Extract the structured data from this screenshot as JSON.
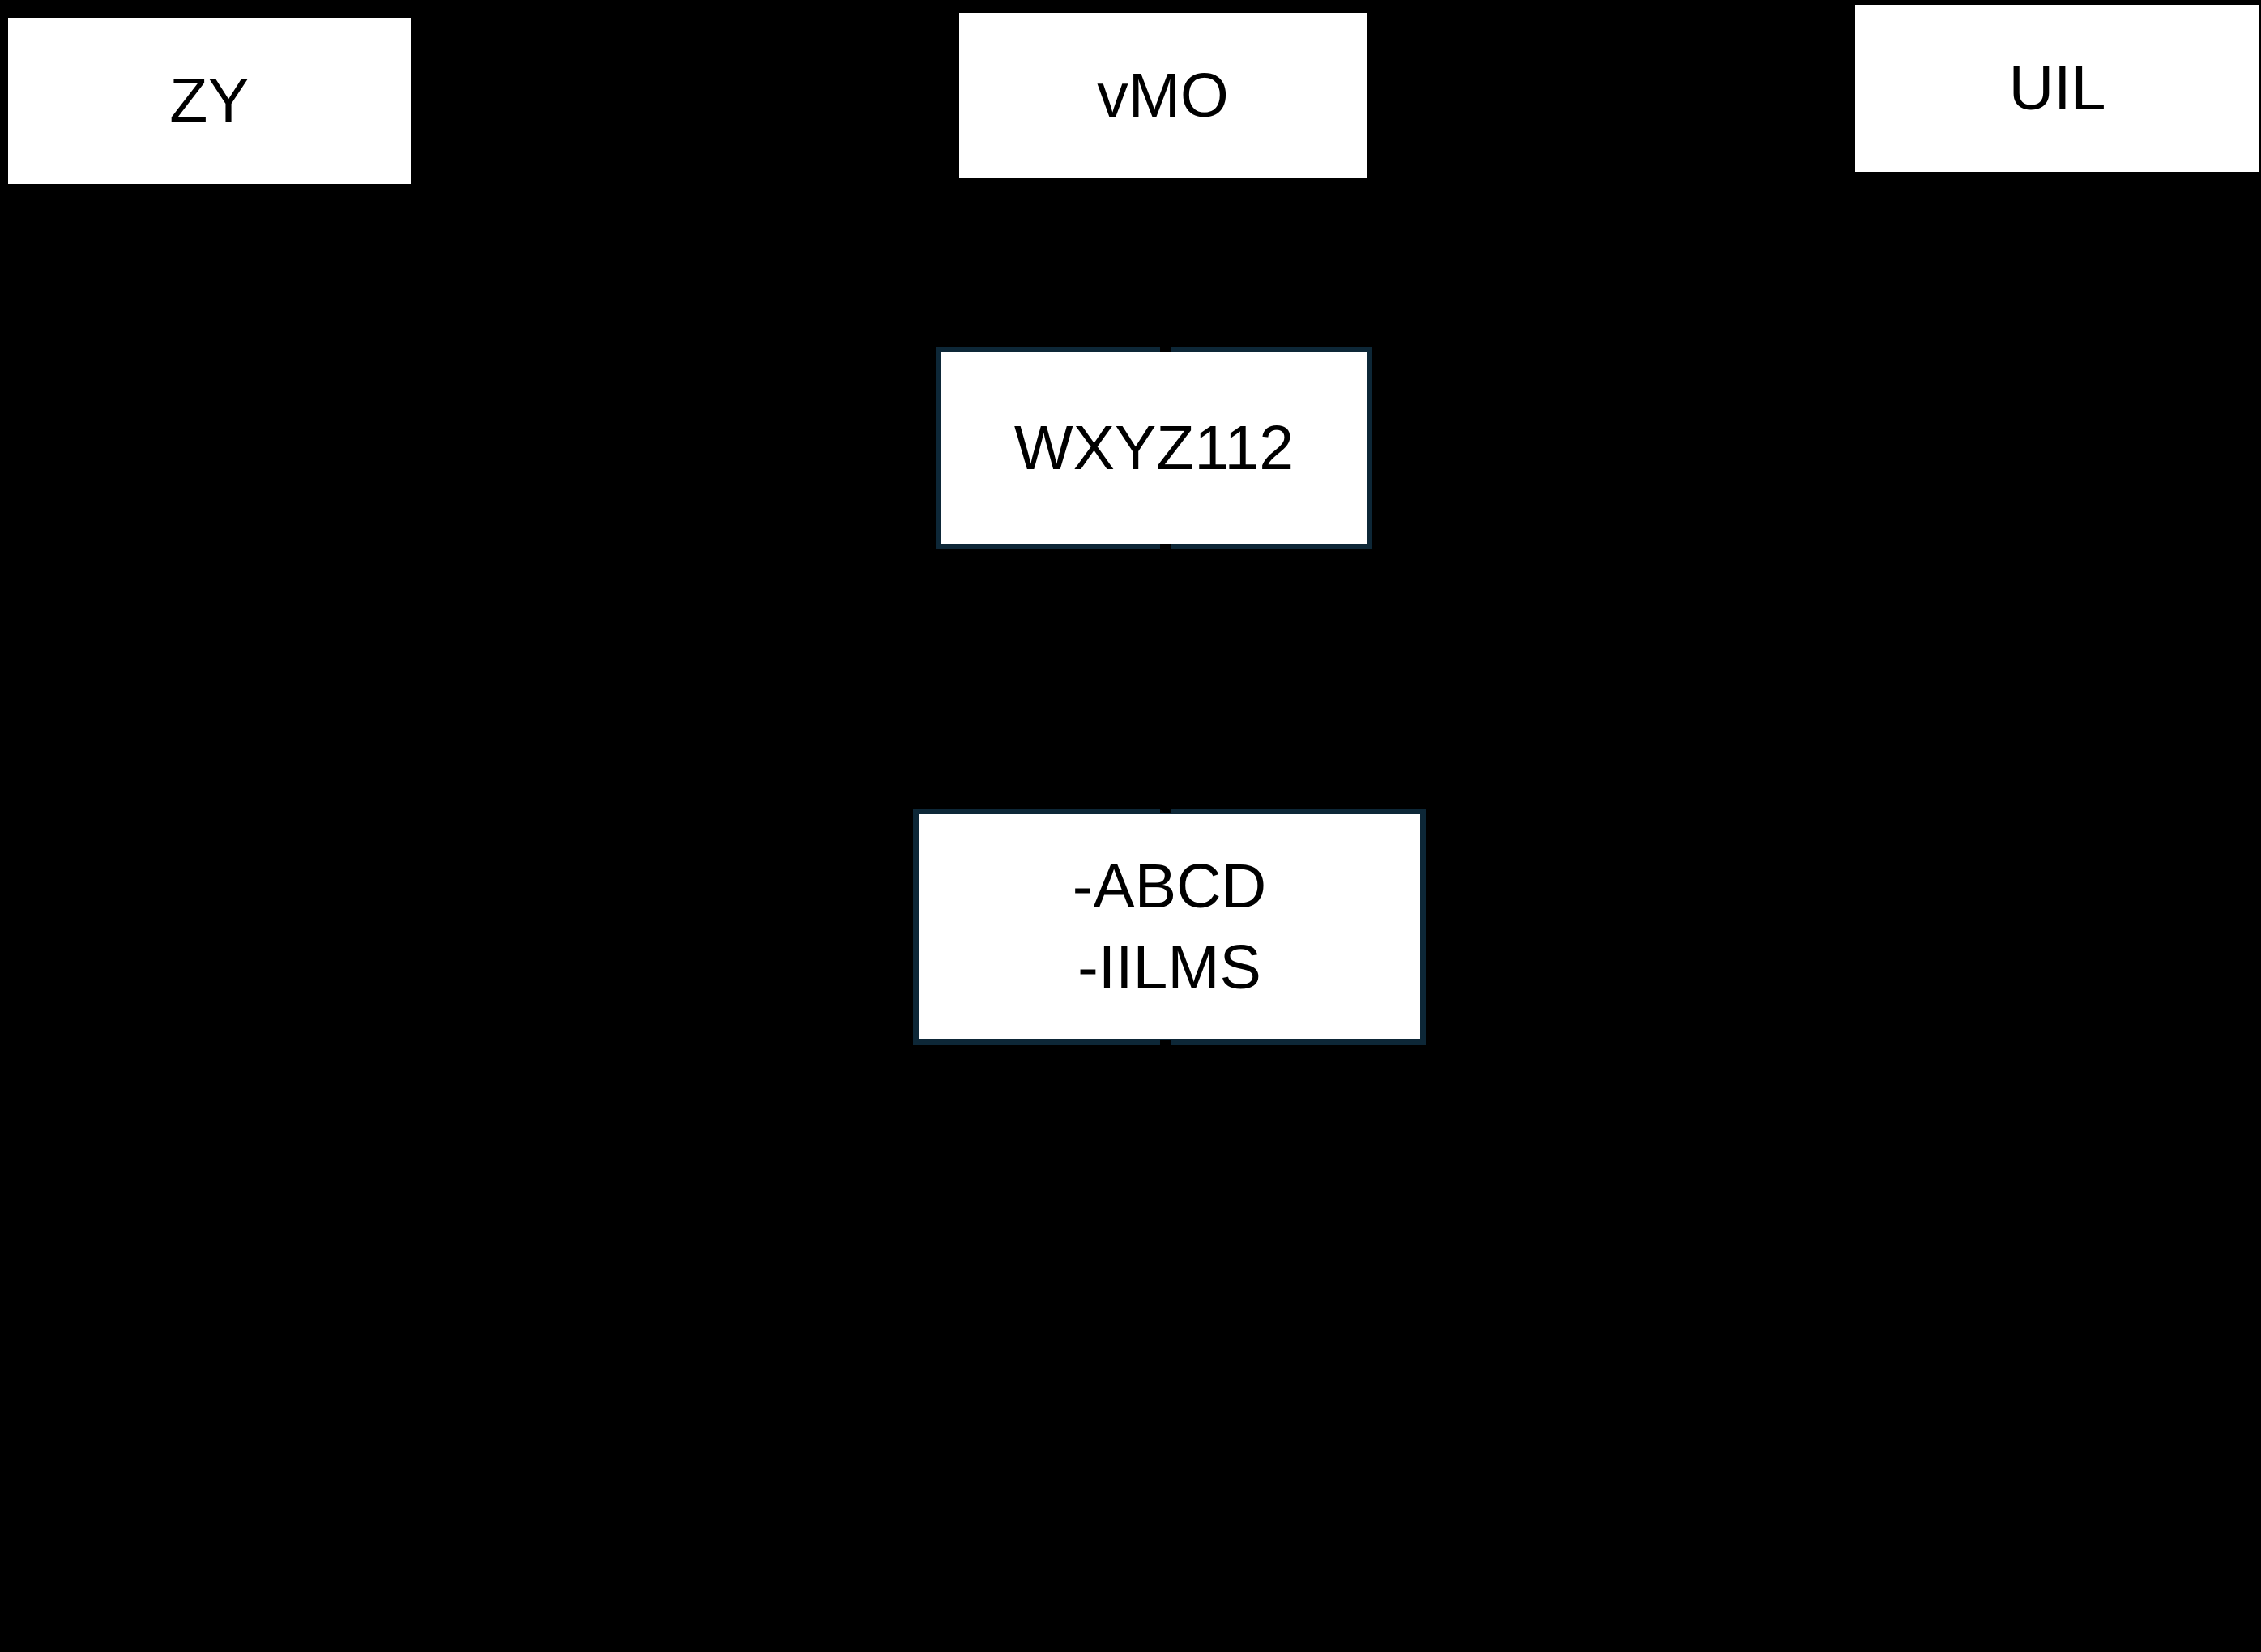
{
  "theme": {
    "page_bg": "#000000",
    "node_fill": "#ffffff",
    "node_border_color": "#0d2737",
    "text_color": "#000000"
  },
  "diagram": {
    "nodes": {
      "zy": {
        "label": "ZY"
      },
      "vmo": {
        "label": "vMO"
      },
      "uil": {
        "label": "UIL"
      },
      "wxyz112": {
        "label": "WXYZ112"
      },
      "abcd_iilms": {
        "lines": {
          "0": "-ABCD",
          "1": "-IILMS"
        }
      }
    }
  }
}
